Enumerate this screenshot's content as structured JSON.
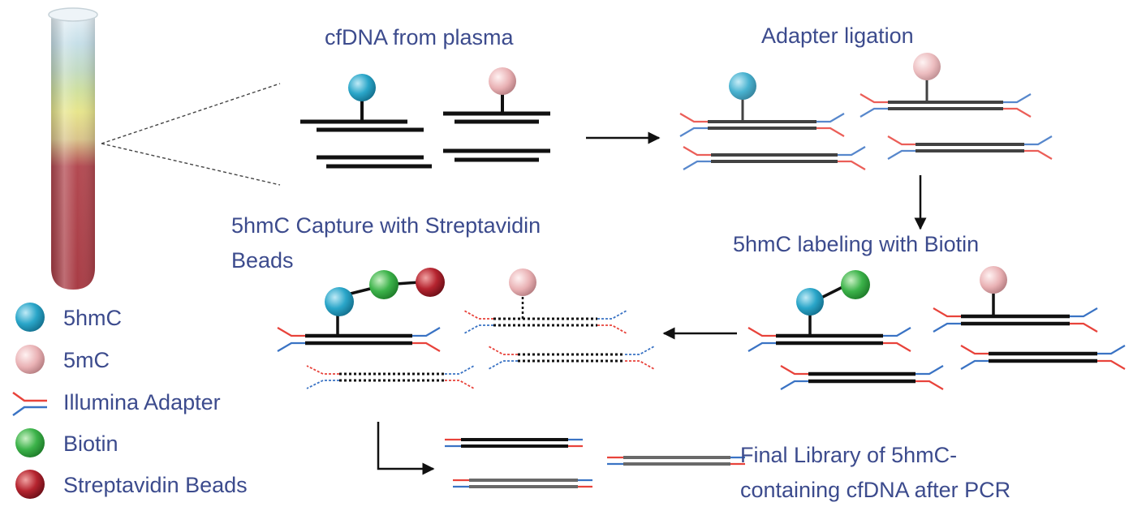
{
  "labels": {
    "cfdna": "cfDNA from plasma",
    "adapter_ligation": "Adapter ligation",
    "capture": [
      "5hmC Capture with Streptavidin",
      "Beads"
    ],
    "labeling": "5hmC labeling with Biotin",
    "final": [
      "Final Library of 5hmC-",
      "containing cfDNA after PCR"
    ]
  },
  "legend": [
    {
      "label": "5hmC",
      "icon": "5hmc-icon"
    },
    {
      "label": "5mC",
      "icon": "5mc-icon"
    },
    {
      "label": "Illumina Adapter",
      "icon": "adapter-icon"
    },
    {
      "label": "Biotin",
      "icon": "biotin-icon"
    },
    {
      "label": "Streptavidin Beads",
      "icon": "bead-icon"
    }
  ],
  "colors": {
    "text": "#3c4b8d",
    "hmc": "#2aa6c9",
    "mc": "#e9b1b4",
    "biotin": "#3cb34a",
    "bead": "#b5242f",
    "adapter_red": "#e8433b",
    "adapter_blue": "#3a73c4"
  }
}
